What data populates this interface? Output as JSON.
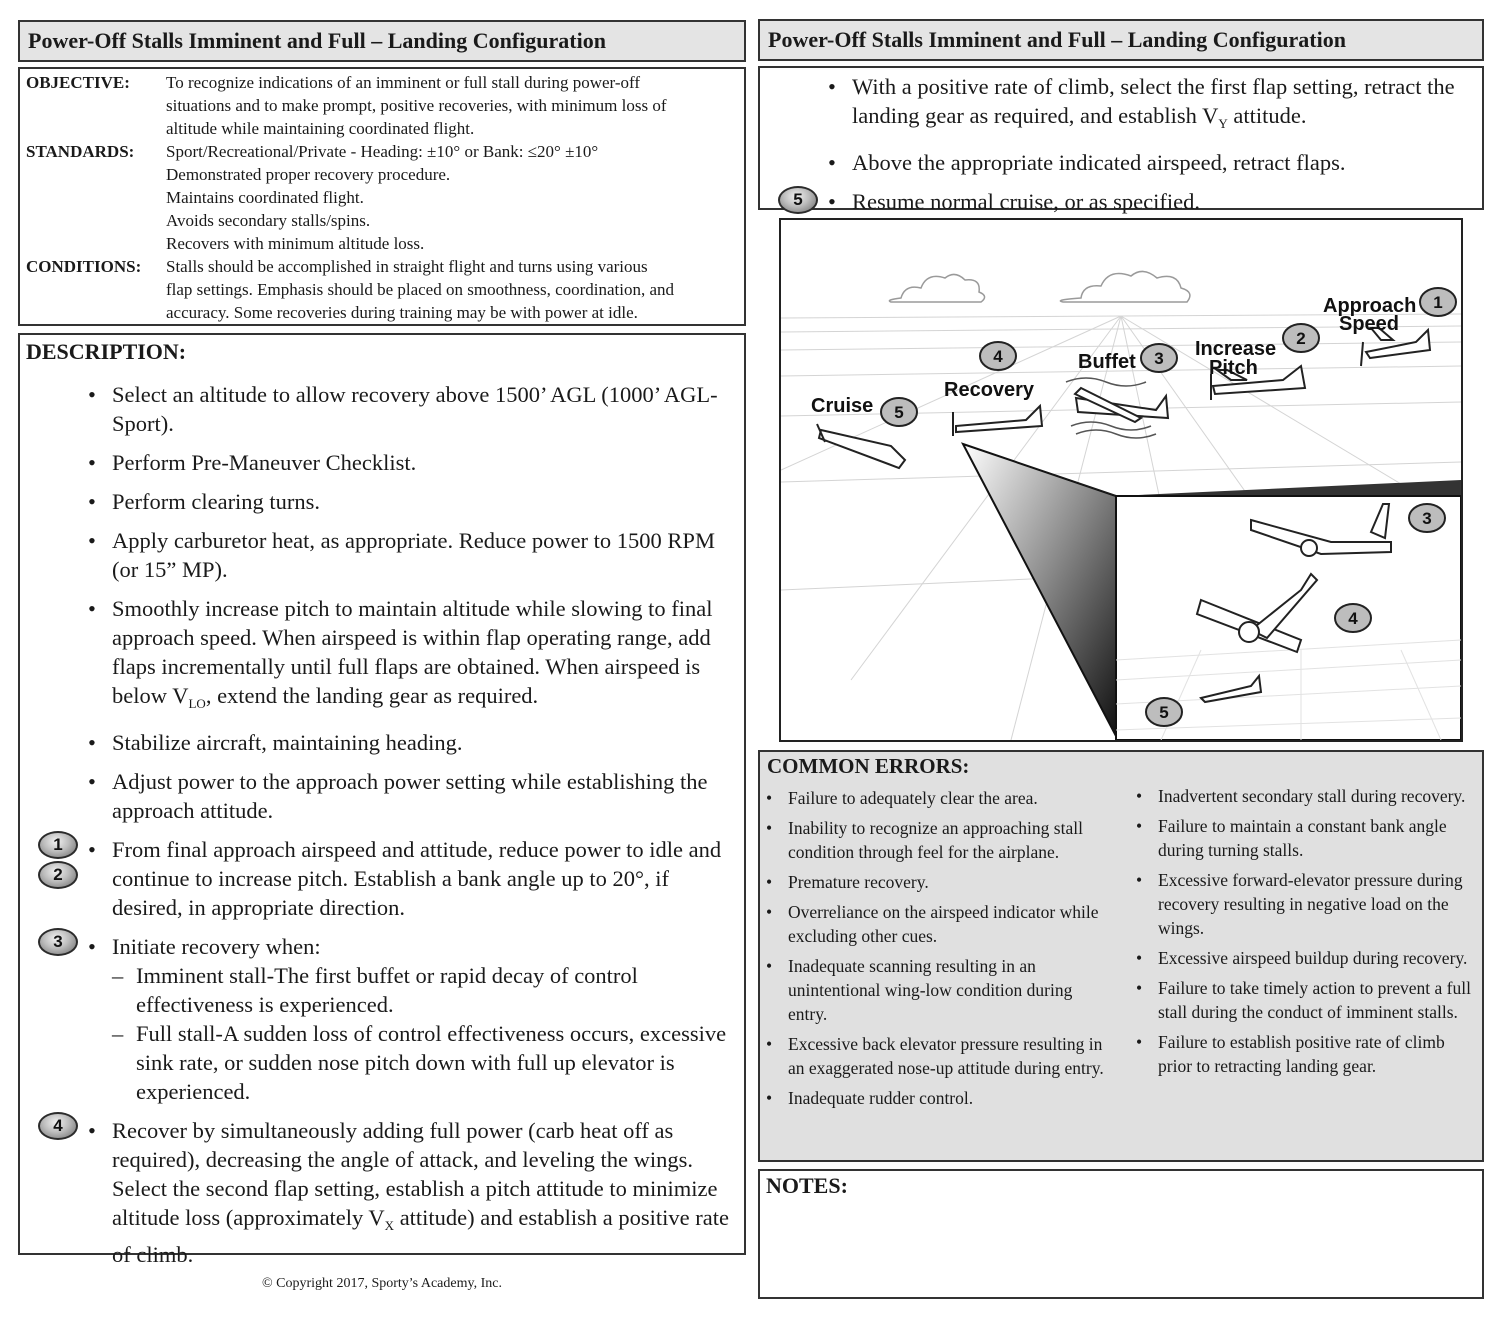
{
  "left_title": "Power-Off Stalls Imminent and Full – Landing Configuration",
  "right_title": "Power-Off Stalls Imminent and Full – Landing Configuration",
  "requirements": {
    "objective_label": "OBJECTIVE:",
    "objective_lines": [
      "To recognize indications of an imminent or full stall during power-off",
      "situations and to make prompt, positive recoveries, with minimum loss of",
      "altitude while maintaining coordinated flight."
    ],
    "standards_label": "STANDARDS:",
    "standards_lines": [
      "Sport/Recreational/Private - Heading:  ±10° or Bank:  ≤20° ±10°",
      "Demonstrated proper recovery procedure.",
      "Maintains coordinated flight.",
      "Avoids secondary stalls/spins.",
      "Recovers with minimum altitude loss."
    ],
    "conditions_label": "CONDITIONS:",
    "conditions_lines": [
      "Stalls should be accomplished in straight flight and turns using various",
      "flap settings.  Emphasis should be placed on smoothness, coordination, and",
      "accuracy.  Some recoveries during training may be with power at idle."
    ]
  },
  "description": {
    "heading": "DESCRIPTION:",
    "items": [
      "Select an altitude to allow recovery above 1500’ AGL (1000’ AGL-Sport).",
      "Perform Pre-Maneuver Checklist.",
      "Perform clearing turns.",
      "Apply carburetor heat, as appropriate.  Reduce power to 1500 RPM (or 15” MP).",
      "Smoothly increase pitch to maintain altitude while slowing to final approach speed.  When airspeed is within flap operating range, add flaps incrementally until full flaps are obtained.  When airspeed is below V",
      "Stabilize aircraft, maintaining heading.",
      "Adjust power to the approach power setting while establishing the approach attitude.",
      "From final approach airspeed and attitude, reduce power to idle and continue to increase pitch.  Establish a bank angle up to 20°, if desired, in appropriate direction.",
      "Initiate recovery when:",
      "Recover by simultaneously adding full power (carb heat off as required), decreasing the angle of attack, and leveling the wings.  Select the second flap setting, establish a pitch attitude to minimize altitude loss (approximately V"
    ],
    "vlo_sub": "LO",
    "vlo_tail": ", extend the landing gear as required.",
    "vx_sub": "X",
    "vx_tail": " attitude) and establish a positive rate of climb.",
    "sub_items": [
      "Imminent stall-The first buffet or rapid decay of control effectiveness is experienced.",
      "Full stall-A sudden loss of control effectiveness occurs, excessive sink rate, or sudden nose pitch down with full up elevator is experienced."
    ]
  },
  "copyright": "© Copyright 2017, Sporty’s Academy, Inc.",
  "recovery_steps": {
    "items": [
      "With a positive rate of climb, select the first flap setting, retract the landing gear as required, and establish V",
      "Above the appropriate indicated airspeed, retract flaps.",
      "Resume normal cruise, or as specified."
    ],
    "vy_sub": "Y",
    "vy_tail": " attitude."
  },
  "badges": [
    "1",
    "2",
    "3",
    "4",
    "5"
  ],
  "illustration": {
    "labels": {
      "approach_1": "Approach",
      "approach_2": "Speed",
      "increase_1": "Increase",
      "increase_2": "Pitch",
      "buffet": "Buffet",
      "recovery": "Recovery",
      "cruise": "Cruise"
    }
  },
  "common_errors": {
    "heading": "COMMON ERRORS:",
    "left": [
      "Failure to adequately clear the area.",
      "Inability to recognize an approaching stall condition through feel for the airplane.",
      "Premature recovery.",
      "Overreliance on the airspeed indicator while excluding other cues.",
      "Inadequate scanning resulting in an unintentional wing-low condition during entry.",
      "Excessive back elevator pressure resulting in an exaggerated nose-up attitude during entry.",
      "Inadequate rudder control."
    ],
    "right": [
      "Inadvertent secondary stall during recovery.",
      "Failure to maintain a constant bank angle during turning stalls.",
      "Excessive forward-elevator pressure during recovery resulting in negative load on the wings.",
      "Excessive airspeed buildup during recovery.",
      "Failure to take timely action to prevent a full stall during the conduct of imminent stalls.",
      "Failure to establish positive rate of climb prior to retracting landing gear."
    ]
  },
  "notes": {
    "heading": "NOTES:"
  },
  "colors": {
    "title_bg": "#e4e4e4",
    "errors_bg": "#e0e0e0",
    "border": "#333333"
  }
}
